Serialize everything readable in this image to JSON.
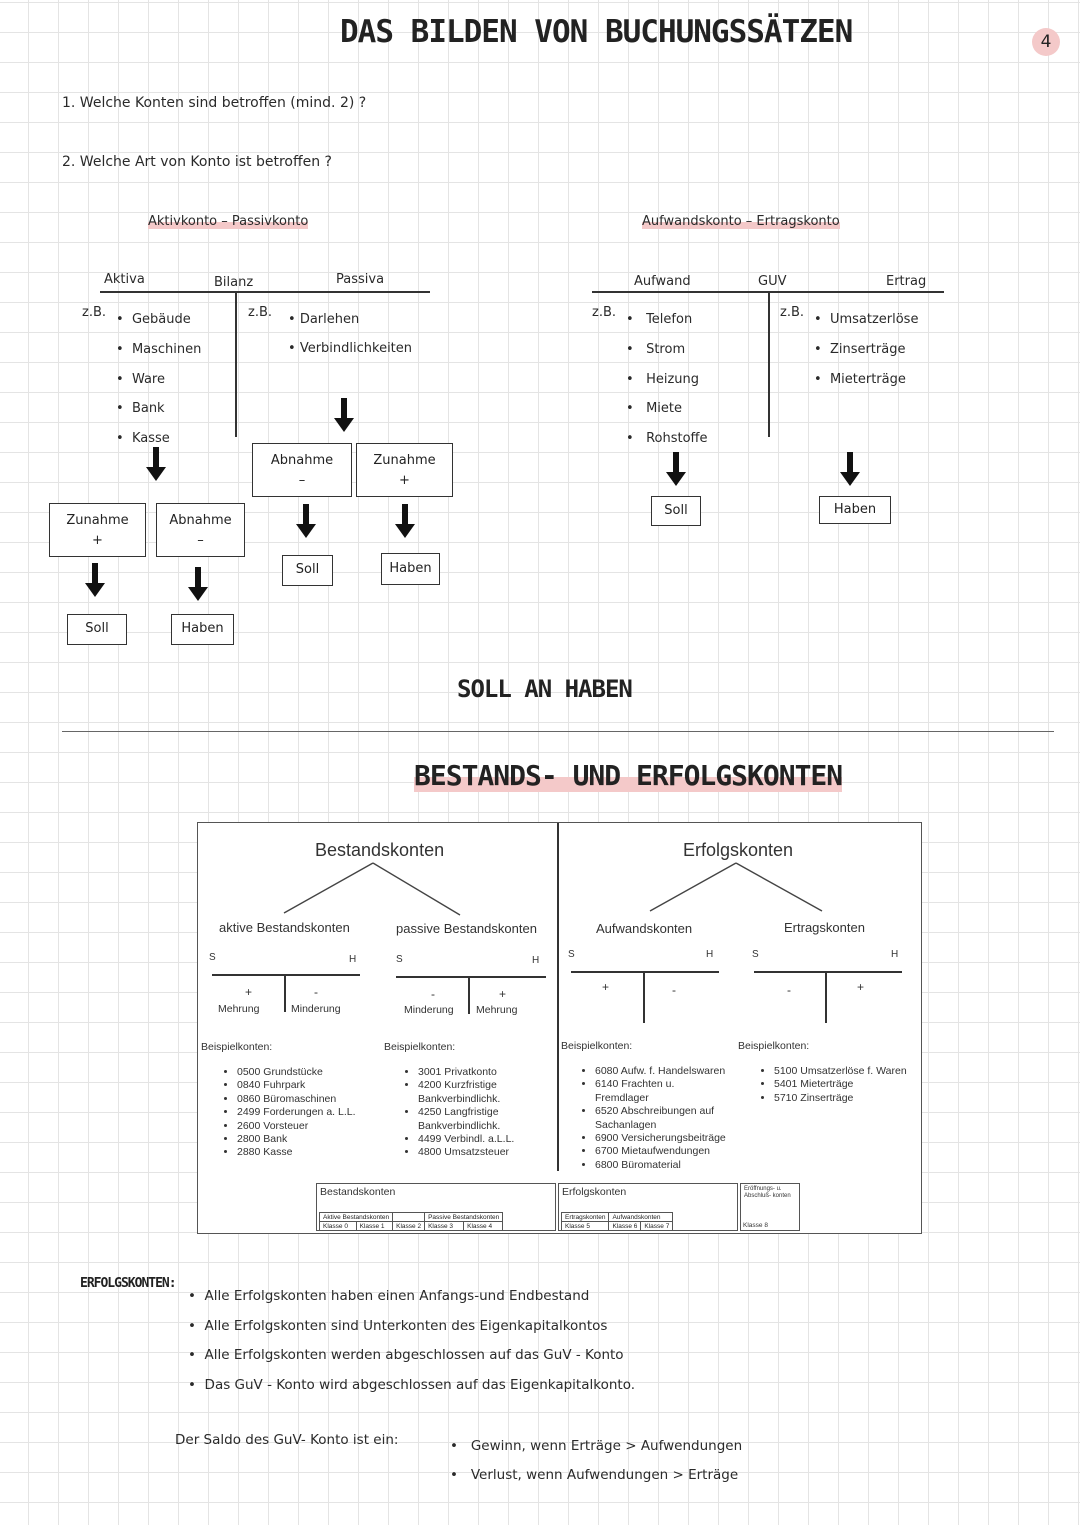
{
  "page": {
    "number": "4",
    "title": "DAS BILDEN VON BUCHUNGSSÄTZEN",
    "questions": [
      "1. Welche Konten sind betroffen (mind. 2) ?",
      "2. Welche Art von Konto ist betroffen ?"
    ],
    "soll_an_haben": "SOLL AN HABEN",
    "section2_title": "BESTANDS- UND ERFOLGSKONTEN"
  },
  "bilanz": {
    "heading": "Aktivkonto – Passivkonto",
    "aktiva": "Aktiva",
    "bilanz": "Bilanz",
    "passiva": "Passiva",
    "zb": "z.B.",
    "aktiva_items": [
      "Gebäude",
      "Maschinen",
      "Ware",
      "Bank",
      "Kasse"
    ],
    "passiva_items": [
      "Darlehen",
      "Verbindlichkeiten"
    ],
    "aktiv_zunahme": "Zunahme",
    "aktiv_abnahme": "Abnahme",
    "passiv_abnahme": "Abnahme",
    "passiv_zunahme": "Zunahme",
    "plus": "+",
    "minus": "–",
    "aktiv_soll": "Soll",
    "aktiv_haben": "Haben",
    "passiv_soll": "Soll",
    "passiv_haben": "Haben"
  },
  "guv": {
    "heading": "Aufwandskonto – Ertragskonto",
    "aufwand": "Aufwand",
    "guv": "GUV",
    "ertrag": "Ertrag",
    "zb": "z.B.",
    "aufwand_items": [
      "Telefon",
      "Strom",
      "Heizung",
      "Miete",
      "Rohstoffe"
    ],
    "ertrag_items": [
      "Umsatzerlöse",
      "Zinserträge",
      "Mieterträge"
    ],
    "aufwand_soll": "Soll",
    "ertrag_haben": "Haben"
  },
  "scan": {
    "bestandskonten": "Bestandskonten",
    "erfolgskonten": "Erfolgskonten",
    "aktive": "aktive Bestandskonten",
    "passive": "passive Bestandskonten",
    "aufwandskonten": "Aufwandskonten",
    "ertragskonten": "Ertragskonten",
    "s": "S",
    "h": "H",
    "plus": "+",
    "minus": "-",
    "mehrung": "Mehrung",
    "minderung": "Minderung",
    "beispielkonten": "Beispielkonten:",
    "aktive_list": [
      "0500 Grundstücke",
      "0840 Fuhrpark",
      "0860 Büromaschinen",
      "2499 Forderungen a. L.L.",
      "2600 Vorsteuer",
      "2800 Bank",
      "2880 Kasse"
    ],
    "passive_list": [
      "3001 Privatkonto",
      "4200 Kurzfristige Bankverbindlichk.",
      "4250 Langfristige Bankverbindlichk.",
      "4499 Verbindl. a.L.L.",
      "4800 Umsatzsteuer"
    ],
    "aufwand_list": [
      "6080 Aufw. f. Handelswaren",
      "6140 Frachten u. Fremdlager",
      "6520 Abschreibungen auf Sachanlagen",
      "6900 Versicherungsbeiträge",
      "6700 Mietaufwendungen",
      "6800 Büromaterial"
    ],
    "ertrag_list": [
      "5100 Umsatzerlöse f. Waren",
      "5401 Mieterträge",
      "5710 Zinserträge"
    ],
    "legend": {
      "bestandskonten": "Bestandskonten",
      "erfolgskonten": "Erfolgskonten",
      "aktive": "Aktive Bestandskonten",
      "passive": "Passive Bestandskonten",
      "ertragskonten": "Ertragskonten",
      "aufwandskonten": "Aufwandskonten",
      "eroeffnung": "Eröffnungs- u. Abschluß- konten",
      "klassen": [
        "Klasse 0",
        "Klasse 1",
        "Klasse 2",
        "Klasse 3",
        "Klasse 4",
        "Klasse 5",
        "Klasse 6",
        "Klasse 7",
        "Klasse 8"
      ]
    }
  },
  "notes": {
    "label": "ERFOLGSKONTEN:",
    "bullets": [
      "Alle Erfolgskonten haben einen Anfangs-und Endbestand",
      "Alle Erfolgskonten sind Unterkonten des Eigenkapitalkontos",
      "Alle Erfolgskonten werden abgeschlossen auf das GuV - Konto",
      "Das GuV - Konto wird abgeschlossen auf das Eigenkapitalkonto."
    ],
    "saldo_intro": "Der Saldo des GuV- Konto ist ein:",
    "saldo": [
      "Gewinn, wenn Erträge > Aufwendungen",
      "Verlust, wenn Aufwendungen > Erträge"
    ]
  }
}
